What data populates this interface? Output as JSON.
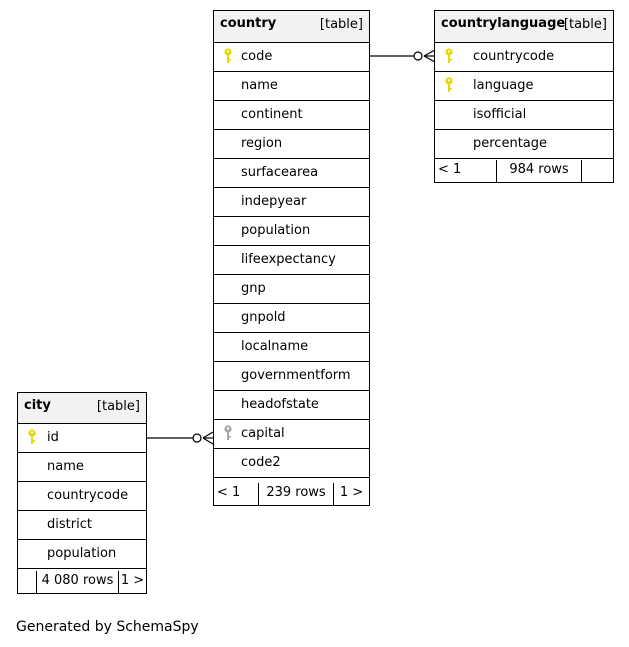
{
  "tables": {
    "country": {
      "name": "country",
      "kind": "[table]",
      "columns": [
        {
          "name": "code",
          "key": "primary"
        },
        {
          "name": "name",
          "key": ""
        },
        {
          "name": "continent",
          "key": ""
        },
        {
          "name": "region",
          "key": ""
        },
        {
          "name": "surfacearea",
          "key": ""
        },
        {
          "name": "indepyear",
          "key": ""
        },
        {
          "name": "population",
          "key": ""
        },
        {
          "name": "lifeexpectancy",
          "key": ""
        },
        {
          "name": "gnp",
          "key": ""
        },
        {
          "name": "gnpold",
          "key": ""
        },
        {
          "name": "localname",
          "key": ""
        },
        {
          "name": "governmentform",
          "key": ""
        },
        {
          "name": "headofstate",
          "key": ""
        },
        {
          "name": "capital",
          "key": "foreign"
        },
        {
          "name": "code2",
          "key": ""
        }
      ],
      "footer": {
        "left": "< 1",
        "rows": "239 rows",
        "right": "1 >"
      }
    },
    "countrylanguage": {
      "name": "countrylanguage",
      "kind": "[table]",
      "columns": [
        {
          "name": "countrycode",
          "key": "primary"
        },
        {
          "name": "language",
          "key": "primary"
        },
        {
          "name": "isofficial",
          "key": ""
        },
        {
          "name": "percentage",
          "key": ""
        }
      ],
      "footer": {
        "left": "< 1",
        "rows": "984 rows",
        "right": ""
      }
    },
    "city": {
      "name": "city",
      "kind": "[table]",
      "columns": [
        {
          "name": "id",
          "key": "primary"
        },
        {
          "name": "name",
          "key": ""
        },
        {
          "name": "countrycode",
          "key": ""
        },
        {
          "name": "district",
          "key": ""
        },
        {
          "name": "population",
          "key": ""
        }
      ],
      "footer": {
        "left": "",
        "rows": "4 080 rows",
        "right": "1 >"
      }
    }
  },
  "colors": {
    "primary_key": "#e6d800",
    "foreign_key": "#a8a8a8",
    "header_bg": "#f2f2f2"
  },
  "footer_text": "Generated by SchemaSpy"
}
